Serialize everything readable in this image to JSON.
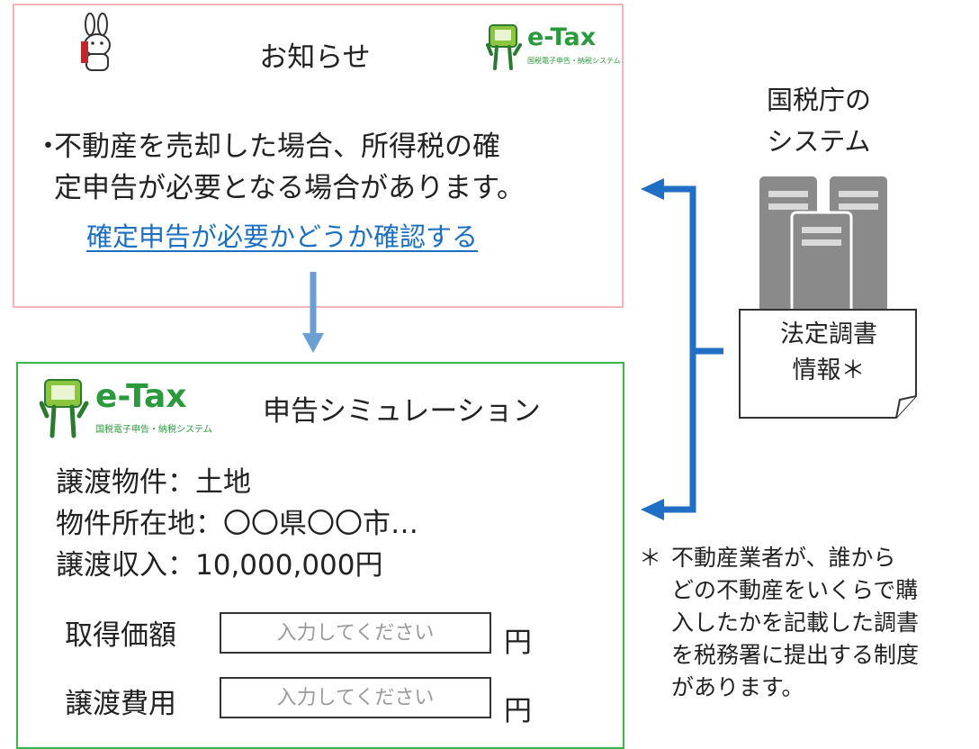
{
  "notice": {
    "title": "お知らせ",
    "bullet": "・",
    "text_line1": "不動産を売却した場合、所得税の確",
    "text_line2": "定申告が必要となる場合があります。",
    "link": "確定申告が必要かどうか確認する",
    "etax_logo_text": "e-Tax",
    "etax_logo_subtext": "国税電子申告・納税システム"
  },
  "simulation": {
    "title": "申告シミュレーション",
    "etax_logo_text": "e-Tax",
    "etax_logo_subtext": "国税電子申告・納税システム",
    "property": "譲渡物件：土地",
    "location": "物件所在地：〇〇県〇〇市…",
    "income": "譲渡収入：10,000,000円",
    "fields": [
      {
        "label": "取得価額",
        "placeholder": "入力してください",
        "unit": "円"
      },
      {
        "label": "譲渡費用",
        "placeholder": "入力してください",
        "unit": "円"
      }
    ]
  },
  "nta": {
    "label_line1": "国税庁の",
    "label_line2": "システム",
    "doc_line1": "法定調書",
    "doc_line2": "情報＊"
  },
  "footnote": {
    "mark": "＊",
    "text_line1": "不動産業者が、誰から",
    "text_line2": "どの不動産をいくらで購",
    "text_line3": "入したかを記載した調書",
    "text_line4": "を税務署に提出する制度",
    "text_line5": "があります。"
  },
  "colors": {
    "notice_border": "#f2b4b8",
    "sim_border": "#3cb54a",
    "link": "#1b6fc2",
    "arrow_blue": "#1f6fc4",
    "arrow_light": "#6b9fd4",
    "server_gray": "#8a8a8a",
    "etax_green": "#2a9a3c"
  }
}
